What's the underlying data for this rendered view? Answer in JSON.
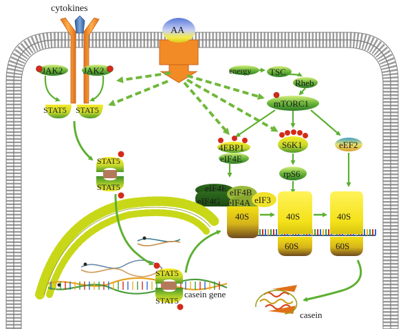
{
  "labels": {
    "cytokines": "cytokines",
    "aa": "AA",
    "jak2_left": "JAK2",
    "jak2_right": "JAK2",
    "stat5_left": "STAT5",
    "stat5_right": "STAT5",
    "energy": "energy",
    "tsc": "TSC",
    "rheb": "Rheb",
    "mtorc1": "mTORC1",
    "ebp1": "4EBP1",
    "eif4e_top": "eIF4E",
    "s6k1": "S6K1",
    "eef2": "eEF2",
    "rps6": "rpS6",
    "stat5_dimer_top": "STAT5",
    "stat5_dimer_bottom": "STAT5",
    "eif4e": "eIF4E",
    "eif4b": "eIF4B",
    "eif4g": "eIF4G",
    "eif4a": "eIF4A",
    "eif3": "eIF3",
    "r40s_a": "40S",
    "r40s_b": "40S",
    "r40s_c": "40S",
    "r60s_b": "60S",
    "r60s_c": "60S",
    "stat5_nuc_top": "STAT5",
    "stat5_nuc_bottom": "STAT5",
    "casein_gene": "casein gene",
    "casein": "casein"
  },
  "colors": {
    "arrow_green": "#5cb030",
    "receptor_orange": "#f28a26",
    "cytokine_blue": "#4f7fb8",
    "membrane_gray": "#8a8a8a",
    "ribosome_yellow": "#f4e21a",
    "phospho_red": "#d42a1a",
    "nuclear_lipid": "#c8d818"
  }
}
